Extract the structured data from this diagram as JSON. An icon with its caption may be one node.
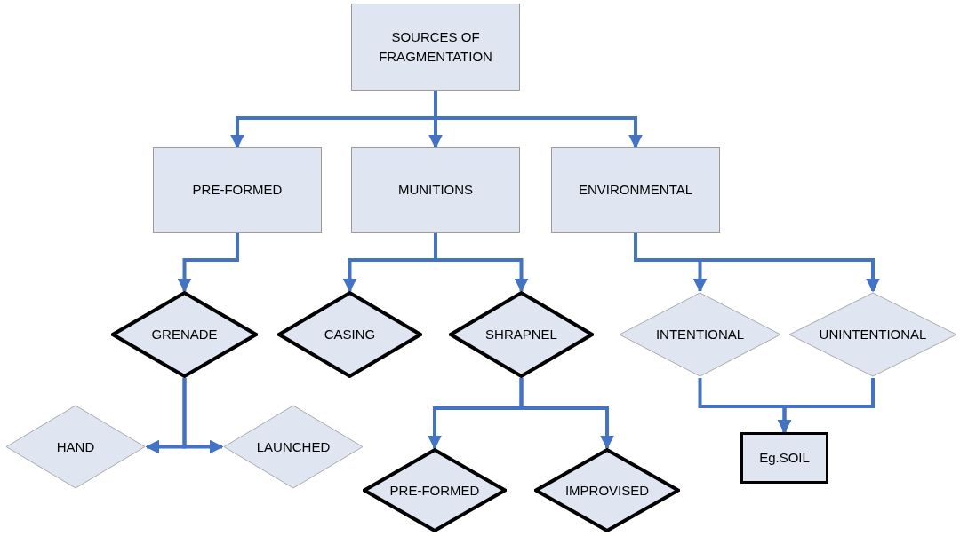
{
  "diagram": {
    "nodes": [
      {
        "text": [
          "SOURCES OF FRAGMENTATION"
        ]
      },
      {
        "text": [
          "PRE-FORMED"
        ]
      },
      {
        "text": [
          "MUNITIONS"
        ]
      },
      {
        "text": [
          "ENVIRONMENTAL"
        ]
      },
      {
        "text": [
          "GRENADE"
        ]
      },
      {
        "text": [
          "CASING"
        ]
      },
      {
        "text": [
          "SHRAPNEL"
        ]
      },
      {
        "text": [
          "INTENTIONAL"
        ]
      },
      {
        "text": [
          "UNINTENTIONAL"
        ]
      },
      {
        "text": [
          "HAND"
        ]
      },
      {
        "text": [
          "LAUNCHED"
        ]
      },
      {
        "text": [
          "PRE-FORMED"
        ]
      },
      {
        "text": [
          "IMPROVISED"
        ]
      },
      {
        "text": [
          "Eg.SOIL"
        ]
      }
    ],
    "edges": [
      {
        "from": 0,
        "to": 1,
        "arrow": "to"
      },
      {
        "from": 0,
        "to": 2,
        "arrow": "to"
      },
      {
        "from": 0,
        "to": 3,
        "arrow": "to"
      },
      {
        "from": 1,
        "to": 4,
        "arrow": "to"
      },
      {
        "from": 2,
        "to": 5,
        "arrow": "to"
      },
      {
        "from": 2,
        "to": 6,
        "arrow": "to"
      },
      {
        "from": 3,
        "to": 7,
        "arrow": "to"
      },
      {
        "from": 3,
        "to": 8,
        "arrow": "to"
      },
      {
        "from": 4,
        "to": 9,
        "arrow": "to"
      },
      {
        "from": 4,
        "to": 10,
        "arrow": "to"
      },
      {
        "from": 6,
        "to": 11,
        "arrow": "to"
      },
      {
        "from": 6,
        "to": 12,
        "arrow": "to"
      },
      {
        "from": 7,
        "to": 13,
        "arrow": "to"
      },
      {
        "from": 8,
        "to": 13,
        "arrow": "to"
      }
    ]
  }
}
